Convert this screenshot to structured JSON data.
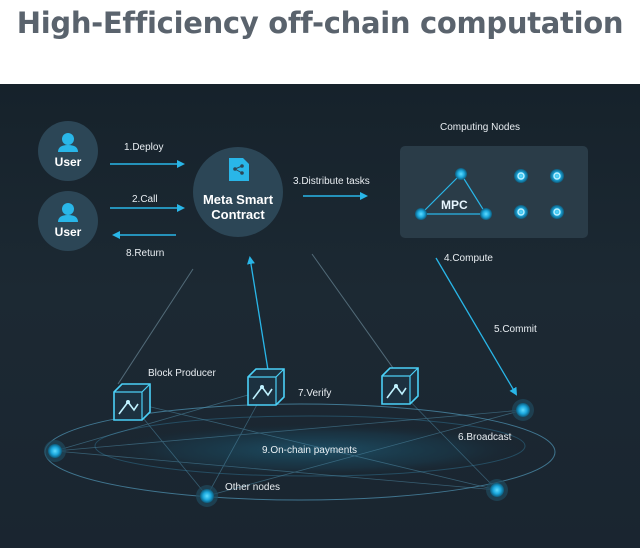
{
  "page": {
    "title": "High-Efficiency off-chain computation"
  },
  "diagram": {
    "users": [
      {
        "label": "User",
        "icon": "user-icon"
      },
      {
        "label": "User",
        "icon": "user-icon"
      }
    ],
    "contract": {
      "line1": "Meta Smart",
      "line2": "Contract",
      "icon": "document-share-icon"
    },
    "computing_nodes": {
      "title": "Computing Nodes",
      "mpc_label": "MPC"
    },
    "steps": {
      "deploy": "1.Deploy",
      "call": "2.Call",
      "distribute": "3.Distribute tasks",
      "compute": "4.Compute",
      "commit": "5.Commit",
      "broadcast": "6.Broadcast",
      "verify": "7.Verify",
      "return": "8.Return",
      "payments": "9.On-chain payments"
    },
    "block_producer": "Block Producer",
    "other_nodes": "Other nodes",
    "colors": {
      "accent": "#29b6e8",
      "node_glow": "#2fc3f4",
      "circle_fill": "#2c4656",
      "panel_fill": "#2a3c48"
    }
  }
}
